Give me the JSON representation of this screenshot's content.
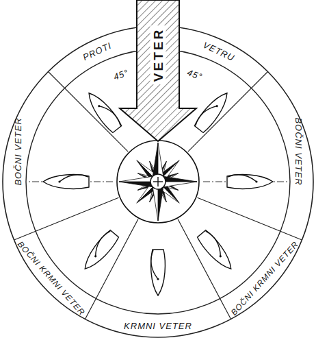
{
  "diagram": {
    "labels": [
      "VETER",
      "PROTI",
      "VETRU",
      "45°",
      "45°",
      "BOČNI VETER",
      "BOČNI VETER",
      "BOČNI KRMNI VETER",
      "BOČNI KRMNI VETER",
      "KRMNI VETER"
    ]
  }
}
